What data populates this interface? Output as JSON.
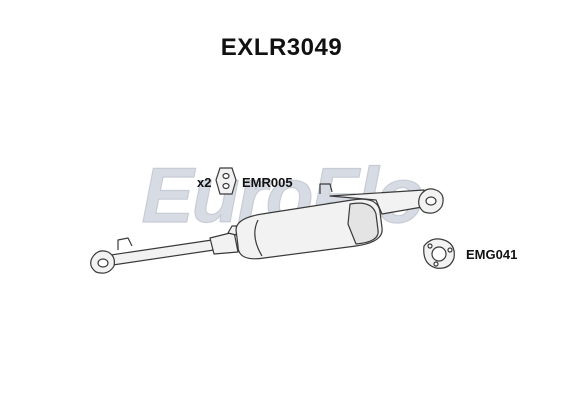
{
  "title": "EXLR3049",
  "watermark": "EuroFlo",
  "parts": {
    "mounting_rubber": {
      "qty": "x2",
      "code": "EMR005"
    },
    "gasket": {
      "code": "EMG041"
    }
  },
  "colors": {
    "outline": "#3a3a3a",
    "fill": "#f2f2f2",
    "watermark_fill": "#d7dbe3"
  }
}
